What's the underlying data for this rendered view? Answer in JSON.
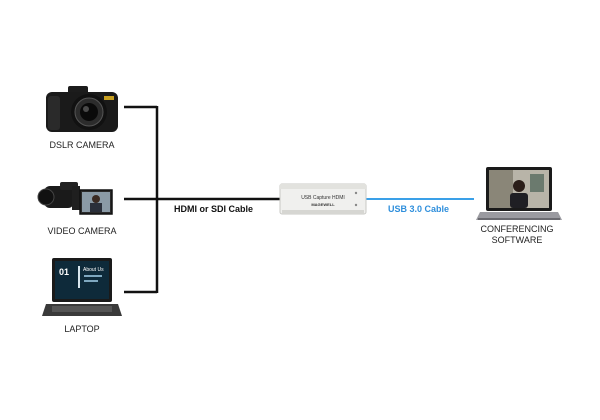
{
  "colors": {
    "hdmi_line": "#111111",
    "usb_line": "#3aa0e8",
    "usb_text": "#2f8fdc"
  },
  "sources": [
    {
      "id": "dslr",
      "label": "DSLR CAMERA",
      "icon": "dslr-camera-icon"
    },
    {
      "id": "video",
      "label": "VIDEO CAMERA",
      "icon": "video-camera-icon"
    },
    {
      "id": "laptop",
      "label": "LAPTOP",
      "icon": "laptop-icon"
    }
  ],
  "laptop_screen": {
    "line1": "01",
    "line2": "About Us"
  },
  "hdmi_cable": {
    "label": "HDMI or SDI Cable"
  },
  "capture_device": {
    "label": "USB Capture HDMI",
    "brand": "MAGEWELL",
    "icon": "usb-capture-device-icon"
  },
  "usb_cable": {
    "label": "USB 3.0 Cable"
  },
  "destination": {
    "line1": "CONFERENCING",
    "line2": "SOFTWARE",
    "icon": "conferencing-laptop-icon"
  }
}
